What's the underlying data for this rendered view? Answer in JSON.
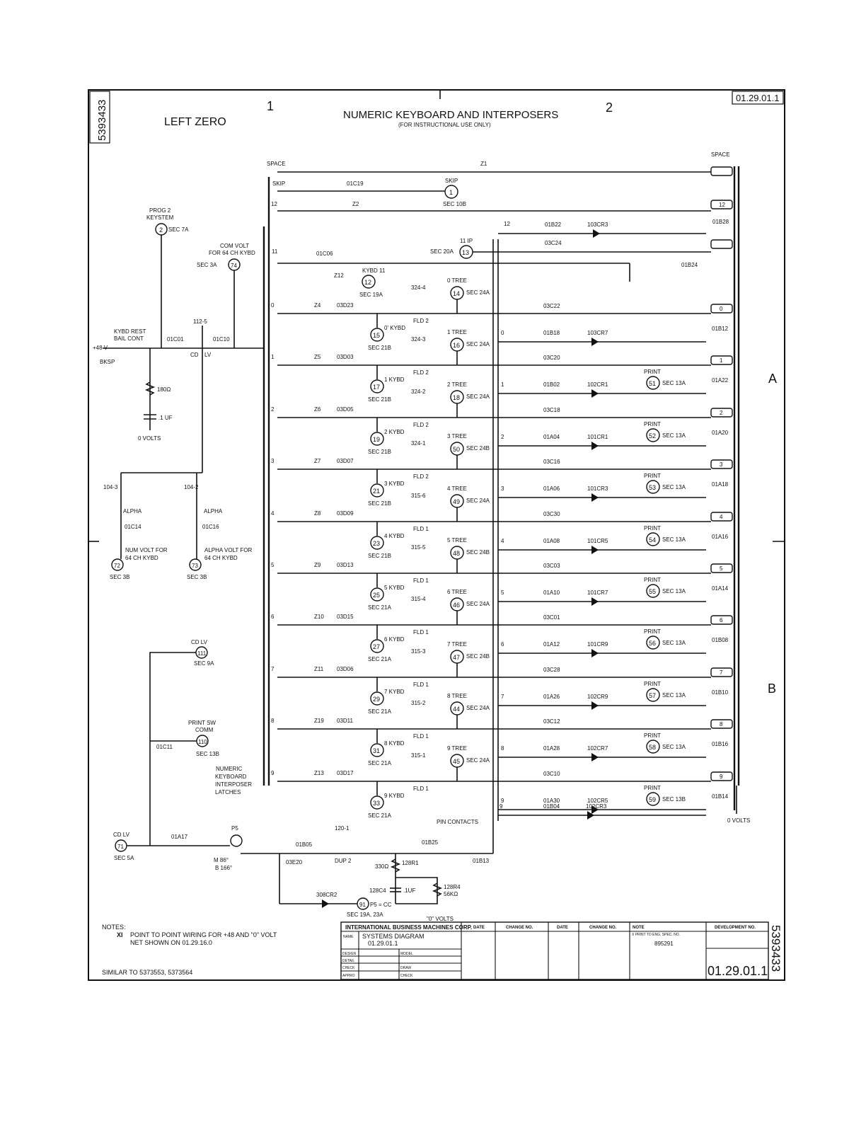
{
  "header": {
    "doc_number_vertical": "5393433",
    "page_ref": "01.29.01.1",
    "left_label": "LEFT ZERO",
    "title": "NUMERIC KEYBOARD AND INTERPOSERS",
    "subtitle": "(FOR INSTRUCTIONAL USE ONLY)",
    "col_mark_1": "1",
    "col_mark_2": "2",
    "row_mark_a": "A",
    "row_mark_b": "B"
  },
  "top_rows": [
    {
      "contact": "SPACE",
      "wire": "Z1",
      "latch": "SPACE"
    },
    {
      "contact": "SKIP",
      "wire": "01C19",
      "circle": "1",
      "circle_label": "SKIP",
      "sec": "SEC 10B"
    },
    {
      "contact": "12",
      "wire": "Z2",
      "latch": "12"
    }
  ],
  "digits": [
    {
      "d": "0",
      "z": "Z4",
      "wire": "03D23",
      "kybd_circle": "15",
      "kybd_label": "0' KYBD",
      "kybd_sec": "SEC 21B",
      "fld": "FLD 2",
      "rel": "324-4",
      "tree_label": "0 TREE",
      "tree_circle": "14",
      "tree_sec": "SEC 24A",
      "mag": "01B18",
      "diode": "103CR7",
      "c_wire": "03C22",
      "hold": "01B12",
      "print_circle": "",
      "print_sec": ""
    },
    {
      "d": "1",
      "z": "Z5",
      "wire": "03D03",
      "kybd_circle": "17",
      "kybd_label": "1 KYBD",
      "kybd_sec": "SEC 21B",
      "fld": "FLD 2",
      "rel": "324-3",
      "tree_label": "1 TREE",
      "tree_circle": "16",
      "tree_sec": "SEC 24A",
      "mag": "01B02",
      "diode": "102CR1",
      "c_wire": "03C20",
      "hold": "01A22",
      "print_circle": "51",
      "print_sec": "SEC 13A"
    },
    {
      "d": "2",
      "z": "Z6",
      "wire": "03D05",
      "kybd_circle": "19",
      "kybd_label": "2 KYBD",
      "kybd_sec": "SEC 21B",
      "fld": "FLD 2",
      "rel": "324-2",
      "tree_label": "2 TREE",
      "tree_circle": "18",
      "tree_sec": "SEC 24A",
      "mag": "01A04",
      "diode": "101CR1",
      "c_wire": "03C18",
      "hold": "01A20",
      "print_circle": "52",
      "print_sec": "SEC 13A"
    },
    {
      "d": "3",
      "z": "Z7",
      "wire": "03D07",
      "kybd_circle": "21",
      "kybd_label": "3 KYBD",
      "kybd_sec": "SEC 21B",
      "fld": "FLD 2",
      "rel": "324-1",
      "tree_label": "3 TREE",
      "tree_circle": "50",
      "tree_sec": "SEC 24B",
      "mag": "01A06",
      "diode": "101CR3",
      "c_wire": "03C16",
      "hold": "01A18",
      "print_circle": "53",
      "print_sec": "SEC 13A"
    },
    {
      "d": "4",
      "z": "Z8",
      "wire": "03D09",
      "kybd_circle": "23",
      "kybd_label": "4 KYBD",
      "kybd_sec": "SEC 21B",
      "fld": "FLD 1",
      "rel": "315-6",
      "tree_label": "4 TREE",
      "tree_circle": "49",
      "tree_sec": "SEC 24A",
      "mag": "01A08",
      "diode": "101CR5",
      "c_wire": "03C30",
      "hold": "01A16",
      "print_circle": "54",
      "print_sec": "SEC 13A"
    },
    {
      "d": "5",
      "z": "Z9",
      "wire": "03D13",
      "kybd_circle": "25",
      "kybd_label": "5 KYBD",
      "kybd_sec": "SEC 21A",
      "fld": "FLD 1",
      "rel": "315-5",
      "tree_label": "5 TREE",
      "tree_circle": "48",
      "tree_sec": "SEC 24B",
      "mag": "01A10",
      "diode": "101CR7",
      "c_wire": "03C03",
      "hold": "01A14",
      "print_circle": "55",
      "print_sec": "SEC 13A"
    },
    {
      "d": "6",
      "z": "Z10",
      "wire": "03D15",
      "kybd_circle": "27",
      "kybd_label": "6 KYBD",
      "kybd_sec": "SEC 21A",
      "fld": "FLD 1",
      "rel": "315-4",
      "tree_label": "6 TREE",
      "tree_circle": "46",
      "tree_sec": "SEC 24A",
      "mag": "01A12",
      "diode": "101CR9",
      "c_wire": "03C01",
      "hold": "01B08",
      "print_circle": "56",
      "print_sec": "SEC 13A"
    },
    {
      "d": "7",
      "z": "Z11",
      "wire": "03D06",
      "kybd_circle": "29",
      "kybd_label": "7 KYBD",
      "kybd_sec": "SEC 21A",
      "fld": "FLD 1",
      "rel": "315-3",
      "tree_label": "7 TREE",
      "tree_circle": "47",
      "tree_sec": "SEC 24B",
      "mag": "01A26",
      "diode": "102CR9",
      "c_wire": "03C28",
      "hold": "01B10",
      "print_circle": "57",
      "print_sec": "SEC 13A"
    },
    {
      "d": "8",
      "z": "Z19",
      "wire": "03D11",
      "kybd_circle": "31",
      "kybd_label": "8 KYBD",
      "kybd_sec": "SEC 21A",
      "fld": "FLD 1",
      "rel": "315-2",
      "tree_label": "8 TREE",
      "tree_circle": "44",
      "tree_sec": "SEC 24A",
      "mag": "01A28",
      "diode": "102CR7",
      "c_wire": "03C12",
      "hold": "01B16",
      "print_circle": "58",
      "print_sec": "SEC 13A"
    },
    {
      "d": "9",
      "z": "Z13",
      "wire": "03D17",
      "kybd_circle": "33",
      "kybd_label": "9 KYBD",
      "kybd_sec": "SEC 21A",
      "fld": "FLD 1",
      "rel": "315-1",
      "tree_label": "9 TREE",
      "tree_circle": "45",
      "tree_sec": "SEC 24A",
      "mag": "01A30",
      "diode": "102CR5",
      "c_wire": "03C10",
      "hold": "01B14",
      "print_circle": "59",
      "print_sec": "SEC 13B"
    }
  ],
  "row12": {
    "label": "12",
    "mag": "01B22",
    "diode": "103CR3",
    "c_wire": "03C24",
    "hold": "01B28"
  },
  "row11": {
    "label": "11",
    "wire": "01C06",
    "tree_label": "11 IP",
    "tree_circle": "13",
    "tree_sec": "SEC 20A",
    "hold": "01B24",
    "z": "Z12",
    "kybd_label": "KYBD 11",
    "kybd_circle": "12",
    "kybd_sec": "SEC 19A"
  },
  "row9b": {
    "label": "9",
    "mag": "01B04",
    "diode": "102CR3"
  },
  "left": {
    "prog": "PROG 2",
    "keystem": "KEYSTEM",
    "prog_circle": "2",
    "prog_sec": "SEC 7A",
    "com_volt": "COM VOLT",
    "com_volt2": "FOR 64 CH KYBD",
    "com_circle": "74",
    "com_sec": "SEC 3A",
    "rest1": "KYBD REST",
    "rest2": "BAIL CONT",
    "v48": "+48 V",
    "bksp": "BKSP",
    "c01c01": "01C01",
    "c01c10": "01C10",
    "cd": "CD",
    "lv": "LV",
    "r112": "112-5",
    "res": "180Ω",
    "cap": ".1 UF",
    "zero": "0 VOLTS",
    "r104a": "104-3",
    "r104b": "104-2",
    "alpha": "ALPHA",
    "c14": "01C14",
    "c16": "01C16",
    "nv1": "NUM VOLT FOR",
    "nv2": "64 CH KYBD",
    "av1": "ALPHA VOLT FOR",
    "av2": "64 CH KYBD",
    "c72": "72",
    "c73": "73",
    "s3b": "SEC 3B",
    "cdlv": "CD LV",
    "c111": "111",
    "s9a": "SEC 9A",
    "psw1": "PRINT SW",
    "psw2": "COMM",
    "c110": "110",
    "s13b": "SEC 13B",
    "c01c11": "01C11",
    "nk1": "NUMERIC",
    "nk2": "KEYBOARD",
    "nk3": "INTERPOSER",
    "nk4": "LATCHES"
  },
  "bottom": {
    "cdlv": "CD LV",
    "c71": "71",
    "s5a": "SEC 5A",
    "a17": "01A17",
    "p5": "P5",
    "m86": "M 86°",
    "b166": "B 166°",
    "e20": "03E20",
    "b05": "01B05",
    "r120": "120-1",
    "dup": "DUP 2",
    "b25": "01B25",
    "b13": "01B13",
    "r330": "330Ω",
    "r128": "128R1",
    "c128": "128C4",
    "cuf": ".1UF",
    "r128b": "128R4",
    "k56": "56KΩ",
    "cr308": "308CR2",
    "c91": "91",
    "p5cc": "P5 = CC",
    "s19": "SEC 19A, 23A",
    "v0": "\"0\" VOLTS",
    "pin": "PIN CONTACTS",
    "zv": "0 VOLTS",
    "notes": "NOTES:",
    "n1a": "XI",
    "n1b": "POINT TO POINT WIRING FOR +48 AND \"0\" VOLT",
    "n1c": "NET SHOWN ON 01.29.16.0",
    "similar": "SIMILAR TO 5373553, 5373564"
  },
  "title_block": {
    "company": "INTERNATIONAL BUSINESS MACHINES CORP.",
    "date": "DATE",
    "change": "CHANGE NO.",
    "note": "NOTE",
    "dev": "DEVELOPMENT NO.",
    "name_lbl": "NAME",
    "name_val": "SYSTEMS DIAGRAM",
    "name_num": "01.29.01.1",
    "design": "DESIGN",
    "model": "MODEL",
    "detail": "DETAIL",
    "check": "CHECK",
    "draw": "DRAW",
    "appro": "APPRO",
    "print_note": "X PRINT TO ENG. SPEC. NO.",
    "spec": "895291",
    "big_num": "01.29.01.1",
    "vert_num": "5393433"
  }
}
